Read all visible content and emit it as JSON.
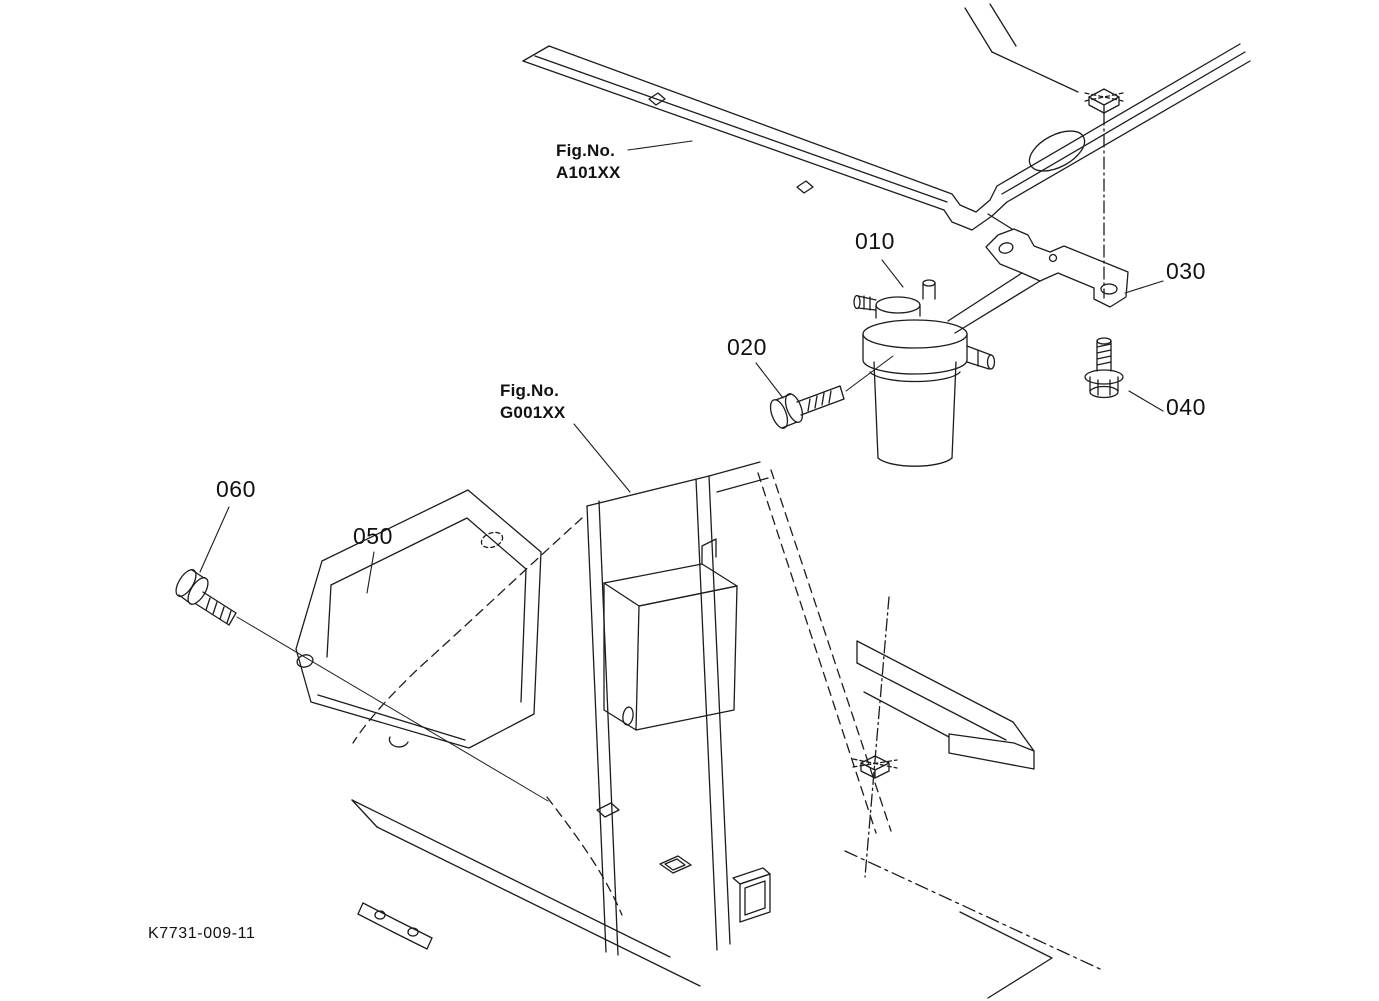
{
  "page": {
    "background": "#ffffff",
    "line_color": "#1c1c1c"
  },
  "diagram": {
    "drawing_number": "K7731-009-11",
    "figure_references": [
      {
        "line1": "Fig.No.",
        "line2": "A101XX"
      },
      {
        "line1": "Fig.No.",
        "line2": "G001XX"
      }
    ],
    "callouts": [
      {
        "label": "010"
      },
      {
        "label": "020"
      },
      {
        "label": "030"
      },
      {
        "label": "040"
      },
      {
        "label": "050"
      },
      {
        "label": "060"
      }
    ]
  }
}
